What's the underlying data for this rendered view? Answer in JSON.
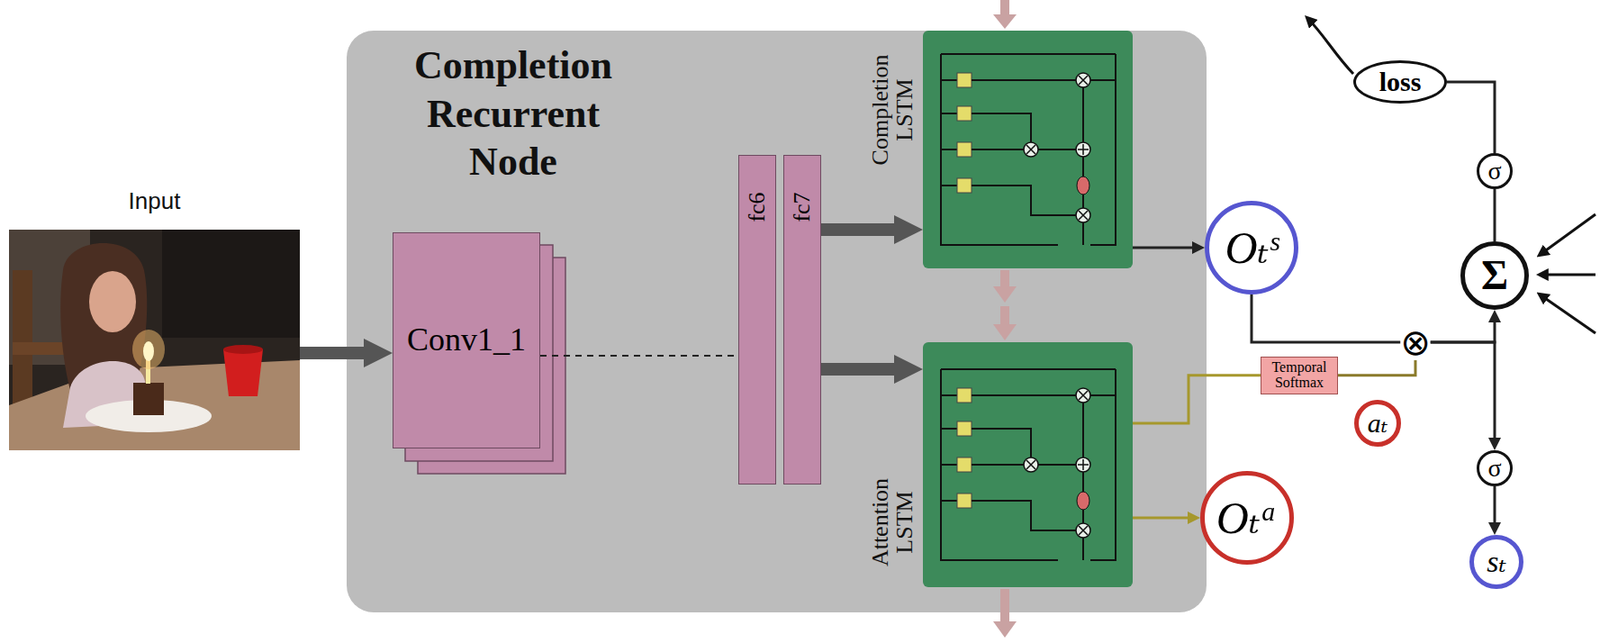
{
  "diagram": {
    "nodes": [
      {
        "text": [
          "Input"
        ]
      },
      {
        "text": [
          "Completion Recurrent Node"
        ]
      },
      {
        "text": [
          "Conv1_1"
        ],
        "in": 1
      },
      {
        "text": [
          "fc6"
        ],
        "in": 1
      },
      {
        "text": [
          "fc7"
        ],
        "in": 1
      },
      {
        "text": [
          "Completion LSTM"
        ],
        "in": 1
      },
      {
        "text": [
          "Attention LSTM"
        ],
        "in": 1
      },
      {
        "text": [
          "Oₜˢ"
        ]
      },
      {
        "text": [
          "Temporal Softmax"
        ]
      },
      {
        "text": [
          "Oₜᵃ"
        ]
      },
      {
        "text": [
          "⊗"
        ]
      },
      {
        "text": [
          "aₜ"
        ]
      },
      {
        "text": [
          "loss"
        ]
      },
      {
        "text": [
          "σ"
        ]
      },
      {
        "text": [
          "Σ"
        ]
      },
      {
        "text": [
          "σ"
        ]
      },
      {
        "text": [
          "sₜ"
        ]
      }
    ],
    "edges": [
      {
        "from": 0,
        "to": 2,
        "arrow": "to"
      },
      {
        "from": 2,
        "to": 3,
        "arrow": "none"
      },
      {
        "from": 4,
        "to": 5,
        "arrow": "to"
      },
      {
        "from": 4,
        "to": 6,
        "arrow": "to"
      },
      {
        "from": 5,
        "to": 7,
        "arrow": "to"
      },
      {
        "from": 6,
        "to": 8,
        "arrow": "none"
      },
      {
        "from": 6,
        "to": 9,
        "arrow": "to"
      },
      {
        "from": 7,
        "to": 10,
        "arrow": "none"
      },
      {
        "from": 8,
        "to": 10,
        "arrow": "none"
      },
      {
        "from": 10,
        "to": 14,
        "arrow": "to"
      },
      {
        "from": 10,
        "to": 15,
        "arrow": "to"
      },
      {
        "from": 14,
        "to": 13,
        "arrow": "none"
      },
      {
        "from": 13,
        "to": 12,
        "arrow": "none"
      },
      {
        "from": 15,
        "to": 16,
        "arrow": "to"
      }
    ]
  }
}
